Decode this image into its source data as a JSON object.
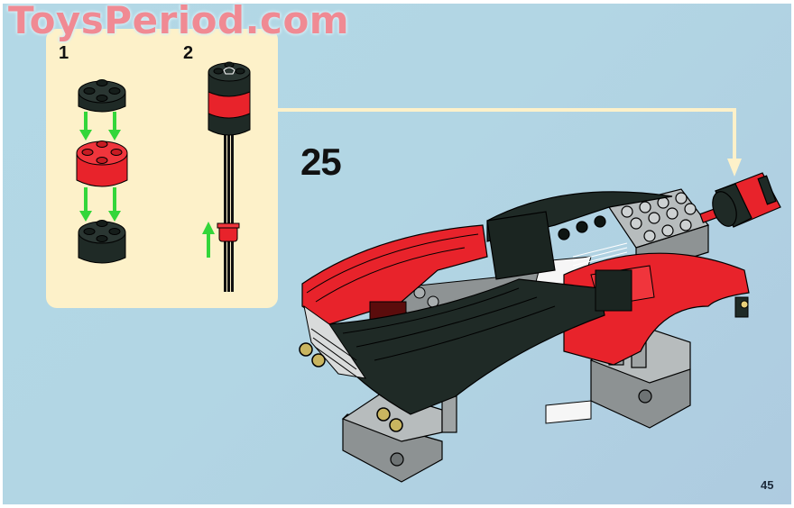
{
  "watermark": {
    "text": "ToysPeriod.com",
    "color": "#f08a93"
  },
  "instructions": {
    "step_number": "25",
    "page_number": "45",
    "sub_assembly": {
      "steps": [
        {
          "label": "1",
          "description": "Stack black round brick, red round brick, black round brick (green arrows)"
        },
        {
          "label": "2",
          "description": "Assembled cylinder on axle with red bush pushed up"
        }
      ]
    },
    "callout_arrow": "attach sub-assembly to rear of model"
  },
  "colors": {
    "background": "#b3d8e6",
    "panel": "#fdf1c9",
    "brick_red": "#e8232b",
    "brick_black": "#1f2a26",
    "brick_gray": "#b7bcbd",
    "arrow_green": "#33d63a"
  }
}
